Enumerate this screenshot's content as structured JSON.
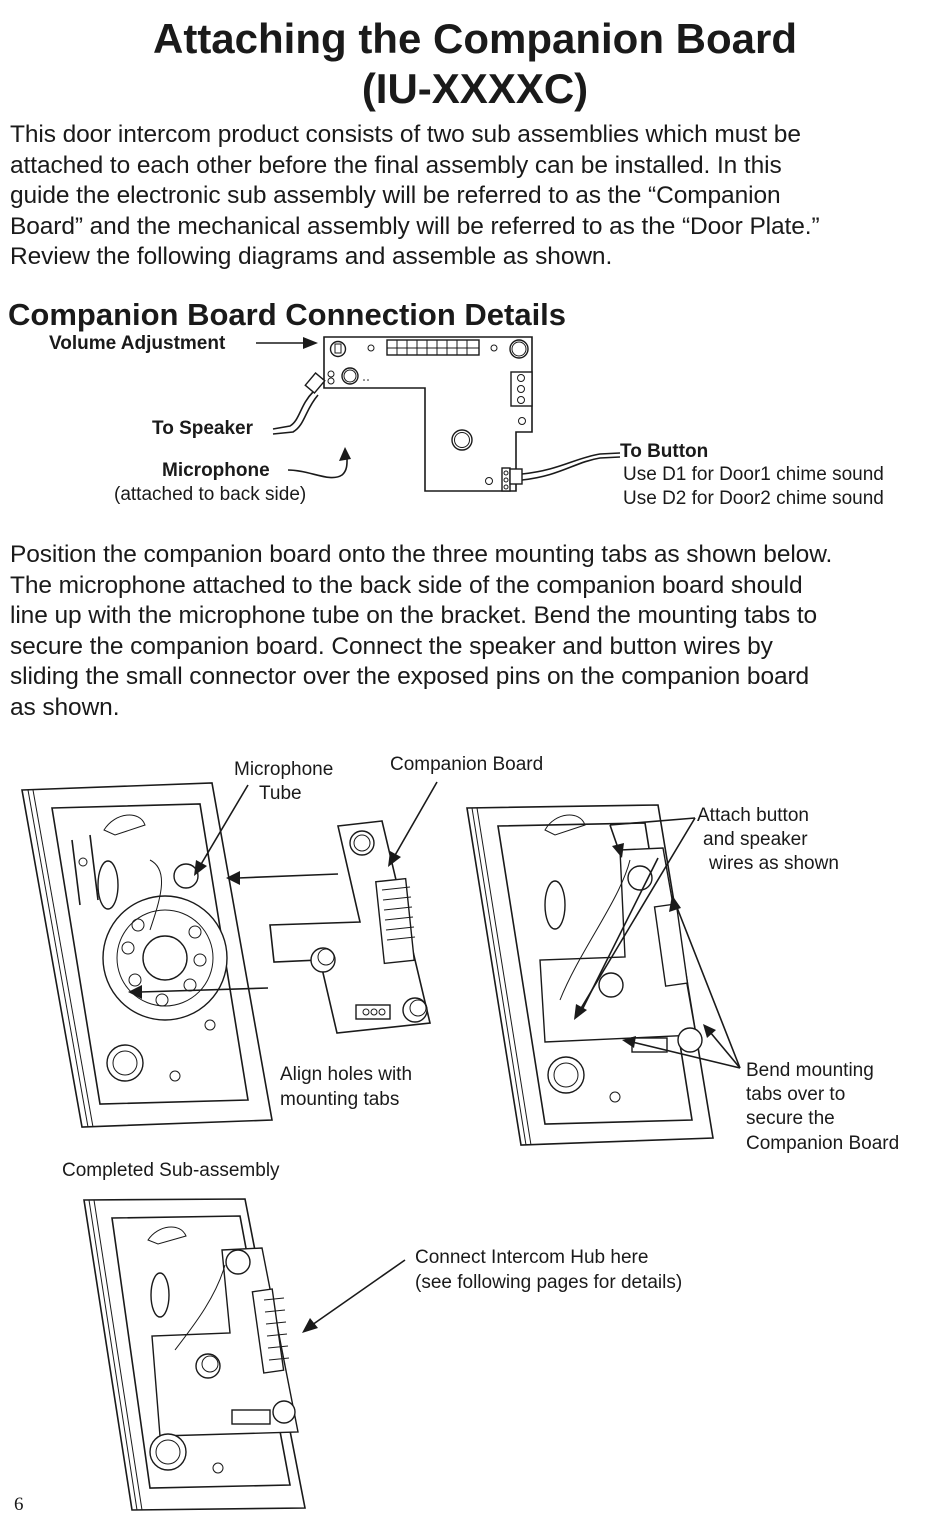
{
  "page": {
    "title_line1": "Attaching the Companion Board",
    "title_line2": "(IU-XXXXC)",
    "intro_lines": [
      "This door intercom product consists of two sub assemblies which must be",
      "attached to each other before the final assembly can be installed.  In this",
      "guide the electronic sub assembly will be referred to as the “Companion",
      "Board” and the mechanical assembly will be referred to as the “Door Plate.”",
      "Review the following diagrams and assemble as shown."
    ],
    "page_number": "6"
  },
  "connection_details": {
    "heading": "Companion Board Connection Details",
    "volume_adjustment": "Volume Adjustment",
    "to_speaker": "To Speaker",
    "microphone": "Microphone",
    "microphone_note": "(attached to back side)",
    "to_button": "To Button",
    "d1_note": "Use D1 for Door1 chime sound",
    "d2_note": "Use D2 for Door2 chime sound"
  },
  "instructions": {
    "lines": [
      "Position the companion board onto the three mounting tabs as shown below.",
      "The microphone attached to the back side of the companion board should",
      "line up with the microphone tube on the bracket. Bend the mounting tabs to",
      "secure the companion board. Connect the speaker and button wires by",
      "sliding the small connector over the exposed pins on the companion board",
      "as shown."
    ]
  },
  "assembly_diagram": {
    "microphone_tube_line1": "Microphone",
    "microphone_tube_line2": "Tube",
    "companion_board": "Companion Board",
    "align_line1": "Align holes with",
    "align_line2": "mounting tabs",
    "attach_line1": "Attach button",
    "attach_line2": "and speaker",
    "attach_line3": "wires as shown",
    "bend_line1": "Bend mounting",
    "bend_line2": "tabs over to",
    "bend_line3": "secure the",
    "bend_line4": "Companion Board",
    "completed_label": "Completed Sub-assembly",
    "connect_line1": "Connect Intercom Hub here",
    "connect_line2": "(see following pages for details)"
  }
}
